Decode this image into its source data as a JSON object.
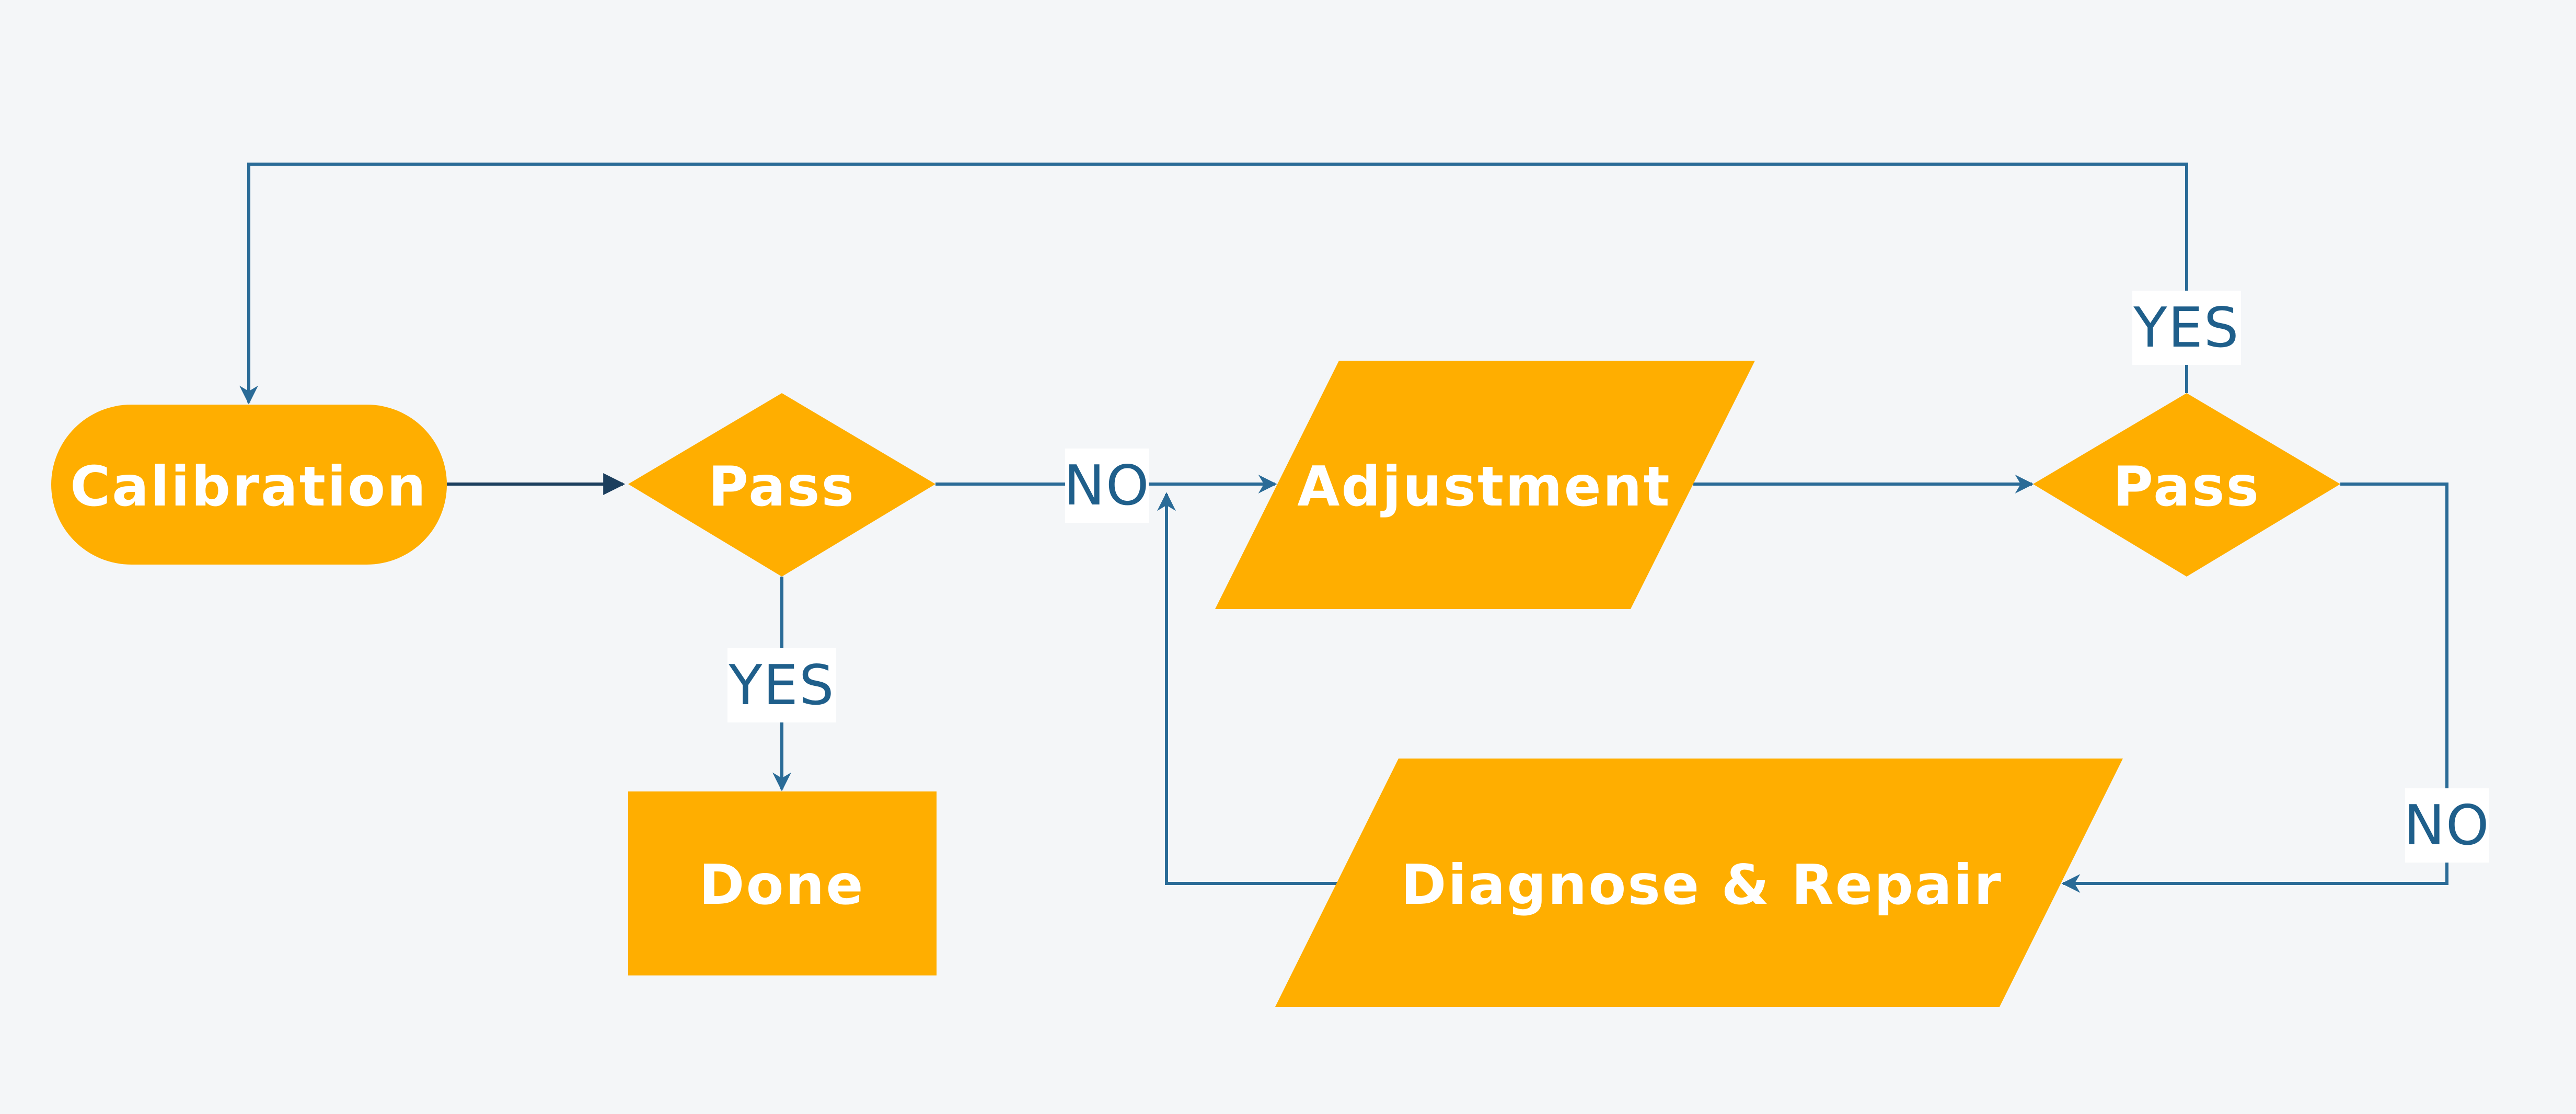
{
  "colors": {
    "background": "#f4f6f8",
    "node_fill": "#ffae00",
    "node_text": "#ffffff",
    "edge": "#2a6b97",
    "edge_label": "#1f5f8b",
    "edge_label_bg": "#ffffff"
  },
  "nodes": {
    "calibration": {
      "label": "Calibration",
      "shape": "terminator"
    },
    "pass_1": {
      "label": "Pass",
      "shape": "decision"
    },
    "done": {
      "label": "Done",
      "shape": "process"
    },
    "adjustment": {
      "label": "Adjustment",
      "shape": "data"
    },
    "pass_2": {
      "label": "Pass",
      "shape": "decision"
    },
    "diagnose_repair": {
      "label": "Diagnose & Repair",
      "shape": "data"
    }
  },
  "edge_labels": {
    "pass1_yes": "YES",
    "pass1_no": "NO",
    "pass2_yes": "YES",
    "pass2_no": "NO"
  },
  "edges": [
    {
      "from": "calibration",
      "to": "pass_1",
      "label": ""
    },
    {
      "from": "pass_1",
      "to": "done",
      "label": "YES"
    },
    {
      "from": "pass_1",
      "to": "adjustment",
      "label": "NO"
    },
    {
      "from": "adjustment",
      "to": "pass_2",
      "label": ""
    },
    {
      "from": "pass_2",
      "to": "calibration",
      "label": "YES"
    },
    {
      "from": "pass_2",
      "to": "diagnose_repair",
      "label": "NO"
    },
    {
      "from": "diagnose_repair",
      "to": "adjustment",
      "label": ""
    }
  ]
}
